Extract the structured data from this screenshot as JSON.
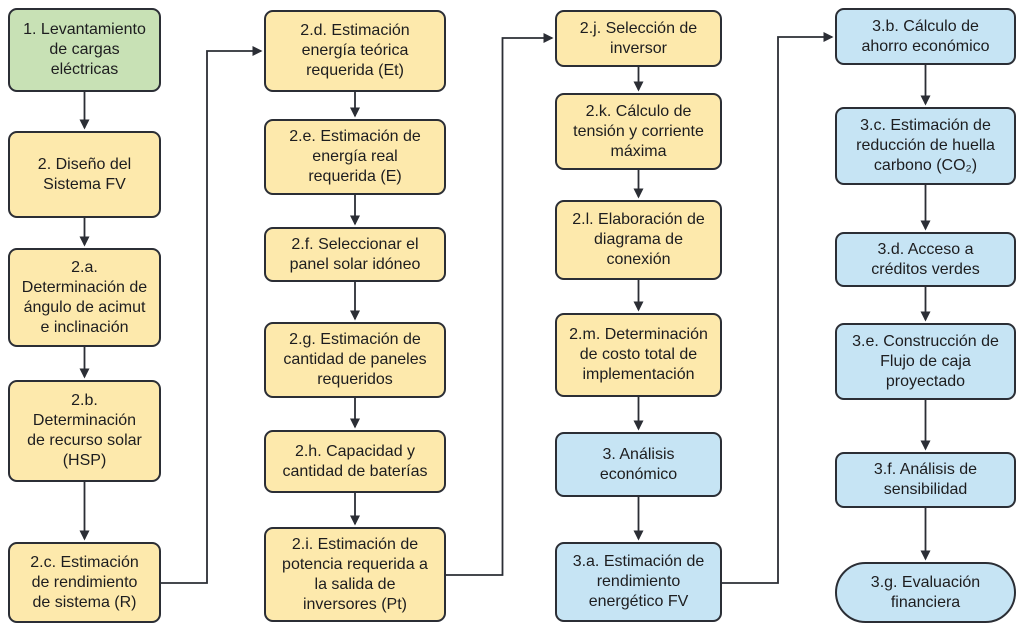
{
  "diagram": {
    "type": "flowchart",
    "background": "#ffffff",
    "colors": {
      "start_node_fill": "#c8e1b5",
      "phase2_node_fill": "#fde9ac",
      "phase3_node_fill": "#c6e4f4",
      "node_border": "#2b2e35",
      "arrow": "#2b2e35",
      "text": "#1d1d1f"
    }
  },
  "nodes": [
    {
      "id": "1",
      "shape": "rounded-rect",
      "fill": "green",
      "label": "1. Levantamiento de cargas eléctricas",
      "lines": [
        "1. Levantamiento",
        "de cargas",
        "eléctricas"
      ]
    },
    {
      "id": "2",
      "shape": "rounded-rect",
      "fill": "yellow",
      "label": "2. Diseño del Sistema FV",
      "lines": [
        "2. Diseño del",
        "Sistema FV"
      ]
    },
    {
      "id": "2a",
      "shape": "rounded-rect",
      "fill": "yellow",
      "label": "2.a. Determinación de ángulo de acimut e inclinación",
      "lines": [
        "2.a.",
        "Determinación de",
        "ángulo de acimut",
        "e inclinación"
      ]
    },
    {
      "id": "2b",
      "shape": "rounded-rect",
      "fill": "yellow",
      "label": "2.b. Determinación de recurso solar (HSP)",
      "lines": [
        "2.b.",
        "Determinación",
        "de recurso solar",
        "(HSP)"
      ]
    },
    {
      "id": "2c",
      "shape": "rounded-rect",
      "fill": "yellow",
      "label": "2.c. Estimación de rendimiento de sistema (R)",
      "lines": [
        "2.c. Estimación",
        "de rendimiento",
        "de sistema (R)"
      ]
    },
    {
      "id": "2d",
      "shape": "rounded-rect",
      "fill": "yellow",
      "label": "2.d. Estimación energía teórica requerida (Et)",
      "lines": [
        "2.d. Estimación",
        "energía teórica",
        "requerida (Et)"
      ]
    },
    {
      "id": "2e",
      "shape": "rounded-rect",
      "fill": "yellow",
      "label": "2.e. Estimación de energía real requerida (E)",
      "lines": [
        "2.e. Estimación de",
        "energía real",
        "requerida (E)"
      ]
    },
    {
      "id": "2f",
      "shape": "rounded-rect",
      "fill": "yellow",
      "label": "2.f. Seleccionar el panel solar idóneo",
      "lines": [
        "2.f. Seleccionar el",
        "panel solar idóneo"
      ]
    },
    {
      "id": "2g",
      "shape": "rounded-rect",
      "fill": "yellow",
      "label": "2.g. Estimación de cantidad de paneles requeridos",
      "lines": [
        "2.g. Estimación de",
        "cantidad de paneles",
        "requeridos"
      ]
    },
    {
      "id": "2h",
      "shape": "rounded-rect",
      "fill": "yellow",
      "label": "2.h. Capacidad y cantidad de baterías",
      "lines": [
        "2.h. Capacidad y",
        "cantidad de baterías"
      ]
    },
    {
      "id": "2i",
      "shape": "rounded-rect",
      "fill": "yellow",
      "label": "2.i. Estimación de potencia requerida a la salida de inversores (Pt)",
      "lines": [
        "2.i. Estimación de",
        "potencia requerida a",
        "la salida de",
        "inversores (Pt)"
      ]
    },
    {
      "id": "2j",
      "shape": "rounded-rect",
      "fill": "yellow",
      "label": "2.j. Selección de inversor",
      "lines": [
        "2.j. Selección de",
        "inversor"
      ]
    },
    {
      "id": "2k",
      "shape": "rounded-rect",
      "fill": "yellow",
      "label": "2.k. Cálculo de tensión y corriente máxima",
      "lines": [
        "2.k. Cálculo de",
        "tensión y corriente",
        "máxima"
      ]
    },
    {
      "id": "2l",
      "shape": "rounded-rect",
      "fill": "yellow",
      "label": "2.l. Elaboración de diagrama de conexión",
      "lines": [
        "2.l. Elaboración de",
        "diagrama de",
        "conexión"
      ]
    },
    {
      "id": "2m",
      "shape": "rounded-rect",
      "fill": "yellow",
      "label": "2.m. Determinación de costo total de implementación",
      "lines": [
        "2.m. Determinación",
        "de costo total de",
        "implementación"
      ]
    },
    {
      "id": "3",
      "shape": "rounded-rect",
      "fill": "blue",
      "label": "3. Análisis económico",
      "lines": [
        "3. Análisis",
        "económico"
      ]
    },
    {
      "id": "3a",
      "shape": "rounded-rect",
      "fill": "blue",
      "label": "3.a. Estimación de rendimiento energético FV",
      "lines": [
        "3.a. Estimación de",
        "rendimiento",
        "energético FV"
      ]
    },
    {
      "id": "3b",
      "shape": "rounded-rect",
      "fill": "blue",
      "label": "3.b. Cálculo de ahorro económico",
      "lines": [
        "3.b. Cálculo de",
        "ahorro económico"
      ]
    },
    {
      "id": "3c",
      "shape": "rounded-rect",
      "fill": "blue",
      "label": "3.c. Estimación de reducción de huella carbono (CO₂)",
      "lines": [
        "3.c. Estimación de",
        "reducción de huella",
        "carbono (CO₂)"
      ]
    },
    {
      "id": "3d",
      "shape": "rounded-rect",
      "fill": "blue",
      "label": "3.d. Acceso a créditos verdes",
      "lines": [
        "3.d. Acceso a",
        "créditos verdes"
      ]
    },
    {
      "id": "3e",
      "shape": "rounded-rect",
      "fill": "blue",
      "label": "3.e. Construcción de Flujo de caja proyectado",
      "lines": [
        "3.e. Construcción de",
        "Flujo de caja",
        "proyectado"
      ]
    },
    {
      "id": "3f",
      "shape": "rounded-rect",
      "fill": "blue",
      "label": "3.f. Análisis de sensibilidad",
      "lines": [
        "3.f. Análisis de",
        "sensibilidad"
      ]
    },
    {
      "id": "3g",
      "shape": "stadium",
      "fill": "blue",
      "label": "3.g. Evaluación financiera",
      "lines": [
        "3.g. Evaluación",
        "financiera"
      ]
    }
  ],
  "edges": [
    {
      "from": "1",
      "to": "2"
    },
    {
      "from": "2",
      "to": "2a"
    },
    {
      "from": "2a",
      "to": "2b"
    },
    {
      "from": "2b",
      "to": "2c"
    },
    {
      "from": "2c",
      "to": "2d"
    },
    {
      "from": "2d",
      "to": "2e"
    },
    {
      "from": "2e",
      "to": "2f"
    },
    {
      "from": "2f",
      "to": "2g"
    },
    {
      "from": "2g",
      "to": "2h"
    },
    {
      "from": "2h",
      "to": "2i"
    },
    {
      "from": "2i",
      "to": "2j"
    },
    {
      "from": "2j",
      "to": "2k"
    },
    {
      "from": "2k",
      "to": "2l"
    },
    {
      "from": "2l",
      "to": "2m"
    },
    {
      "from": "2m",
      "to": "3"
    },
    {
      "from": "3",
      "to": "3a"
    },
    {
      "from": "3a",
      "to": "3b"
    },
    {
      "from": "3b",
      "to": "3c"
    },
    {
      "from": "3c",
      "to": "3d"
    },
    {
      "from": "3d",
      "to": "3e"
    },
    {
      "from": "3e",
      "to": "3f"
    },
    {
      "from": "3f",
      "to": "3g"
    }
  ]
}
